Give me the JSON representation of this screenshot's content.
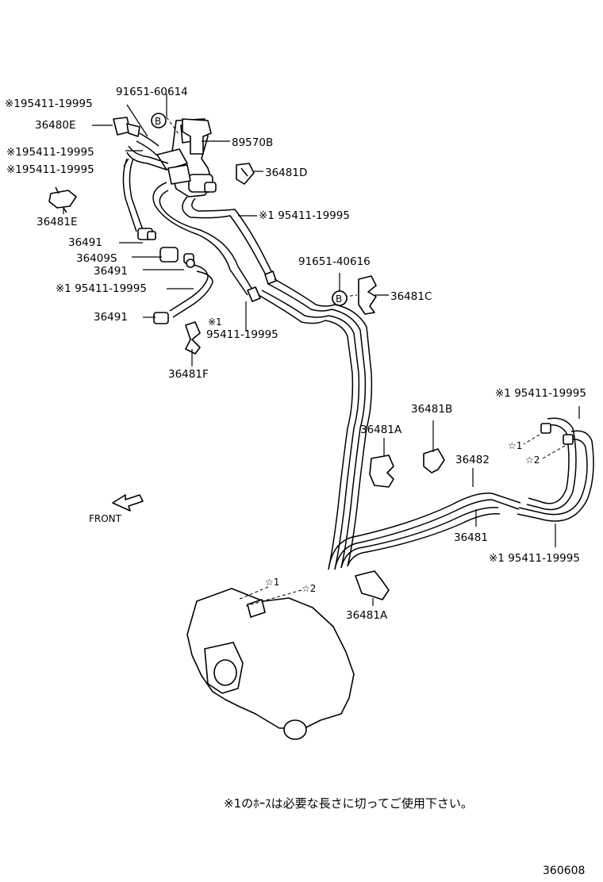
{
  "labels": {
    "p91651_60614": "91651-60614",
    "note_95411_a": "※195411-19995",
    "p36480E": "36480E",
    "p89570B": "89570B",
    "note_95411_b": "※195411-19995",
    "note_95411_c": "※195411-19995",
    "p36481D": "36481D",
    "p36481E": "36481E",
    "note_95411_d": "※1 95411-19995",
    "p36491_a": "36491",
    "p36409S": "36409S",
    "p36491_b": "36491",
    "note_95411_e": "※1 95411-19995",
    "p36491_c": "36491",
    "note_x1": "※1",
    "p95411_f": "95411-19995",
    "p36481F": "36481F",
    "p91651_40616": "91651-40616",
    "p36481C": "36481C",
    "note_95411_g": "※1 95411-19995",
    "p36481B": "36481B",
    "p36481A_a": "36481A",
    "p36482": "36482",
    "p36481": "36481",
    "note_95411_h": "※1 95411-19995",
    "p36481A_b": "36481A",
    "star1_a": "☆1",
    "star2_a": "☆2",
    "star1_b": "☆1",
    "star2_b": "☆2",
    "front": "FRONT",
    "circle_b": "B",
    "footnote": "※1のﾎｰｽは必要な長さに切ってご使用下さい。",
    "diagram_id": "360608"
  }
}
